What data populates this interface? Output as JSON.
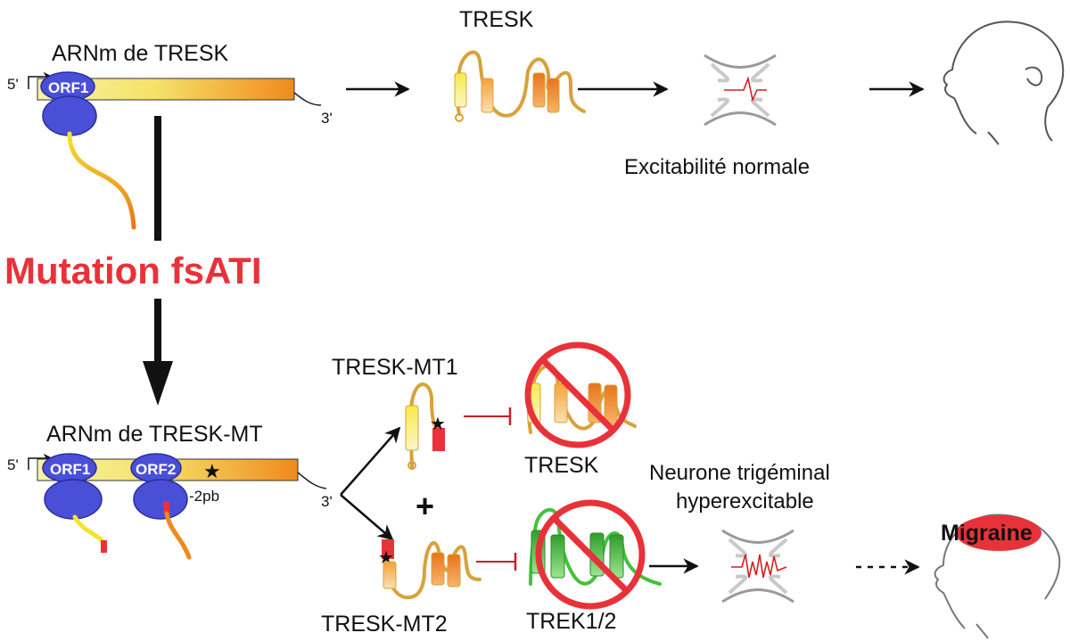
{
  "top": {
    "mrna_title": "ARNm de TRESK",
    "five_prime": "5'",
    "three_prime": "3'",
    "orf1": "ORF1",
    "protein_label": "TRESK",
    "neuron_caption": "Excitabilité normale"
  },
  "mutation": {
    "label": "Mutation fsATI"
  },
  "bottom": {
    "mrna_title": "ARNm de TRESK-MT",
    "five_prime": "5'",
    "three_prime": "3'",
    "orf1": "ORF1",
    "orf2": "ORF2",
    "shift": "-2pb",
    "star": "★",
    "plus": "+",
    "mt1_label": "TRESK-MT1",
    "mt2_label": "TRESK-MT2",
    "tresk_label": "TRESK",
    "trek_label": "TREK1/2",
    "neuron_caption_line1": "Neurone trigéminal",
    "neuron_caption_line2": "hyperexcitable",
    "migraine": "Migraine"
  },
  "colors": {
    "mrna_start": "#f8f3a6",
    "mrna_end": "#f08a1c",
    "ribosome": "#4a4fd8",
    "mutation_red": "#e8323a",
    "inhibit_red": "#c81e2a",
    "protein_green": "#44c23a",
    "spike_red": "#d62020"
  }
}
